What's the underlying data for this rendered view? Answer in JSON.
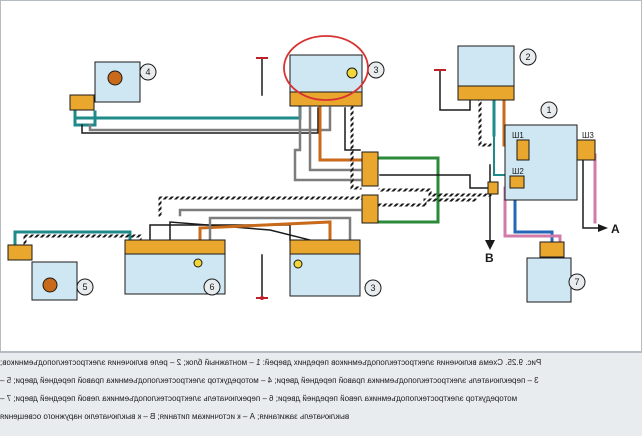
{
  "diagram": {
    "component_numbers": [
      "1",
      "2",
      "3",
      "4",
      "5",
      "6",
      "7"
    ],
    "connector_labels": {
      "sh1": "Ш1",
      "sh2": "Ш2",
      "sh3": "Ш3"
    },
    "output_labels": {
      "a": "A",
      "b": "B"
    },
    "colors": {
      "teal": "#1f8a8a",
      "orange": "#c86a1a",
      "green": "#2a8a3a",
      "blue": "#2466b8",
      "pink": "#d27aa8",
      "black": "#1a1a1a",
      "grey": "#7d7d7d",
      "red": "#c0202a",
      "component_fill": "#cfe7f2",
      "block_fill": "#e9a72d",
      "pin_fill": "#f2d53a",
      "highlight": "#d83232"
    }
  },
  "caption": {
    "lines": [
      "Рис. 9.25. Схема включения электростеклоподъемников передних дверей: 1 – монтажный блок; 2 – реле включения электростеклоподъемников;",
      "3 – переключатель электростеклоподъемника правой передней двери; 4 – моторедуктор электростеклоподъемника правой передней двери; 5 –",
      "моторедуктор электростеклоподъемника левой передней двери; 6 – переключатель электростеклоподъемника левой передней двери; 7 –",
      "выключатель зажигания; А – к источникам питания; В – к выключателю наружного освещения"
    ]
  }
}
